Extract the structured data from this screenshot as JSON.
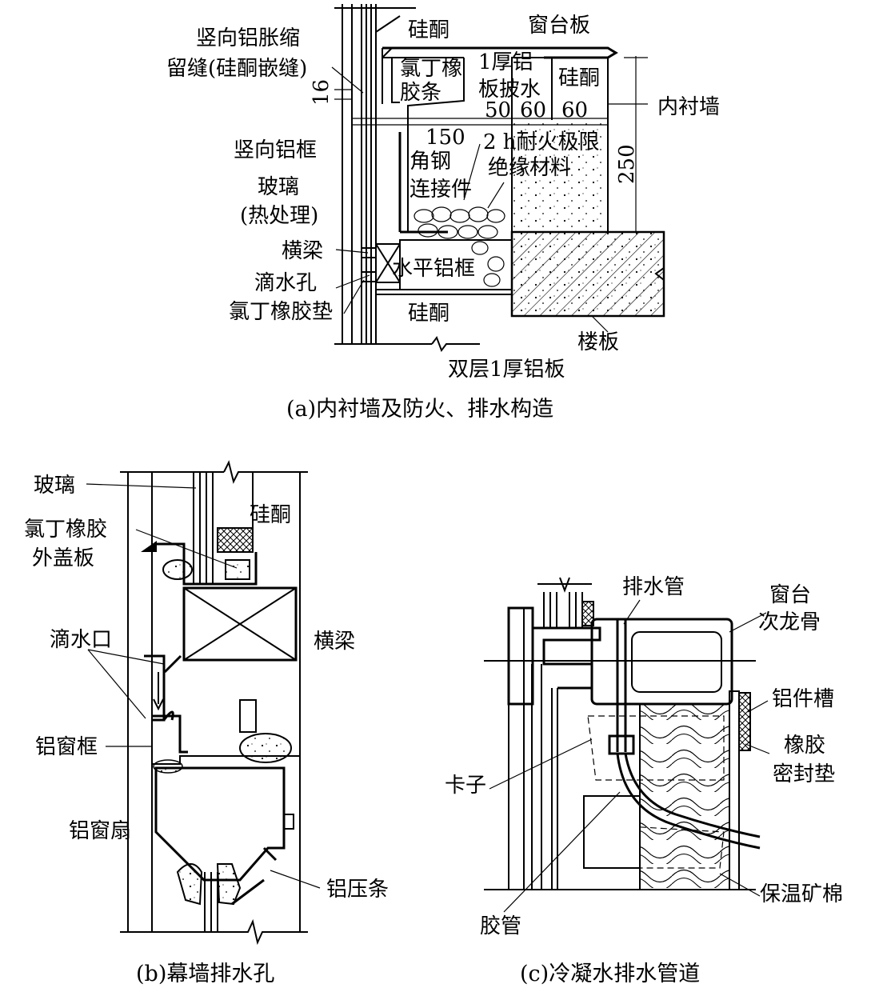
{
  "diagram_a": {
    "caption": "(a)内衬墙及防火、排水构造",
    "labels": {
      "gui_tong_top": "硅酮",
      "chuang_tai_ban": "窗台板",
      "shu_xiang_zhang_suo_1": "竖向铝胀缩",
      "shu_xiang_zhang_suo_2": "留缝(硅酮嵌缝)",
      "lv_ding_tiao_1": "氯丁橡",
      "lv_ding_tiao_2": "胶条",
      "hou_lv_pi_shui_1": "1厚铝",
      "hou_lv_pi_shui_2": "板披水",
      "gui_tong_mid": "硅酮",
      "dim_16": "16",
      "dim_50": "50",
      "dim_60a": "60",
      "dim_60b": "60",
      "nei_chen_qiang": "内衬墙",
      "shu_xiang_lv_kuang": "竖向铝框",
      "dim_150": "150",
      "jiao_gang_1": "角钢",
      "jiao_gang_2": "连接件",
      "nai_huo_1": "2 h耐火极限",
      "nai_huo_2": "绝缘材料",
      "dim_250": "250",
      "bo_li": "玻璃",
      "re_chu_li": "(热处理)",
      "heng_liang": "横梁",
      "shui_ping_lv_kuang": "水平铝框",
      "di_shui_kong": "滴水孔",
      "lv_ding_dian": "氯丁橡胶垫",
      "gui_tong_bottom": "硅酮",
      "lou_ban": "楼板",
      "shuang_ceng": "双层1厚铝板"
    }
  },
  "diagram_b": {
    "caption": "(b)幕墙排水孔",
    "labels": {
      "bo_li": "玻璃",
      "gui_tong": "硅酮",
      "lv_ding_1": "氯丁橡胶",
      "lv_ding_2": "外盖板",
      "di_shui_kou": "滴水口",
      "heng_liang": "横梁",
      "lv_chuang_kuang": "铝窗框",
      "lv_chuang_shan": "铝窗扇",
      "lv_ya_tiao": "铝压条"
    }
  },
  "diagram_c": {
    "caption": "(c)冷凝水排水管道",
    "labels": {
      "pai_shui_guan": "排水管",
      "chuang_tai_1": "窗台",
      "chuang_tai_2": "次龙骨",
      "lv_jian_cao": "铝件槽",
      "xiang_jiao_1": "橡胶",
      "xiang_jiao_2": "密封垫",
      "ka_zi": "卡子",
      "bao_wen": "保温矿棉",
      "jiao_guan": "胶管"
    }
  }
}
